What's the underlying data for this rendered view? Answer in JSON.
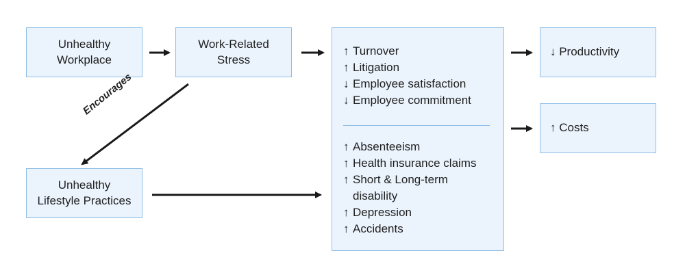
{
  "boxes": {
    "unhealthy_workplace": [
      "Unhealthy",
      "Workplace"
    ],
    "work_related_stress": [
      "Work-Related",
      "Stress"
    ],
    "lifestyle_practices": [
      "Unhealthy",
      "Lifestyle Practices"
    ],
    "productivity": "↓ Productivity",
    "costs": "↑ Costs"
  },
  "edge_label": "Encourages",
  "outcomes": {
    "top": [
      {
        "arrow": "↑",
        "text": "Turnover"
      },
      {
        "arrow": "↑",
        "text": "Litigation"
      },
      {
        "arrow": "↓",
        "text": "Employee satisfaction"
      },
      {
        "arrow": "↓",
        "text": "Employee commitment"
      }
    ],
    "bottom": [
      {
        "arrow": "↑",
        "text": "Absenteeism"
      },
      {
        "arrow": "↑",
        "text": "Health insurance claims"
      },
      {
        "arrow": "↑",
        "text": "Short & Long-term",
        "cont": "disability"
      },
      {
        "arrow": "↑",
        "text": "Depression"
      },
      {
        "arrow": "↑",
        "text": "Accidents"
      }
    ]
  },
  "colors": {
    "box_fill": "#ebf3fc",
    "box_border": "#8dbde6",
    "arrow": "#1a1a1a"
  }
}
